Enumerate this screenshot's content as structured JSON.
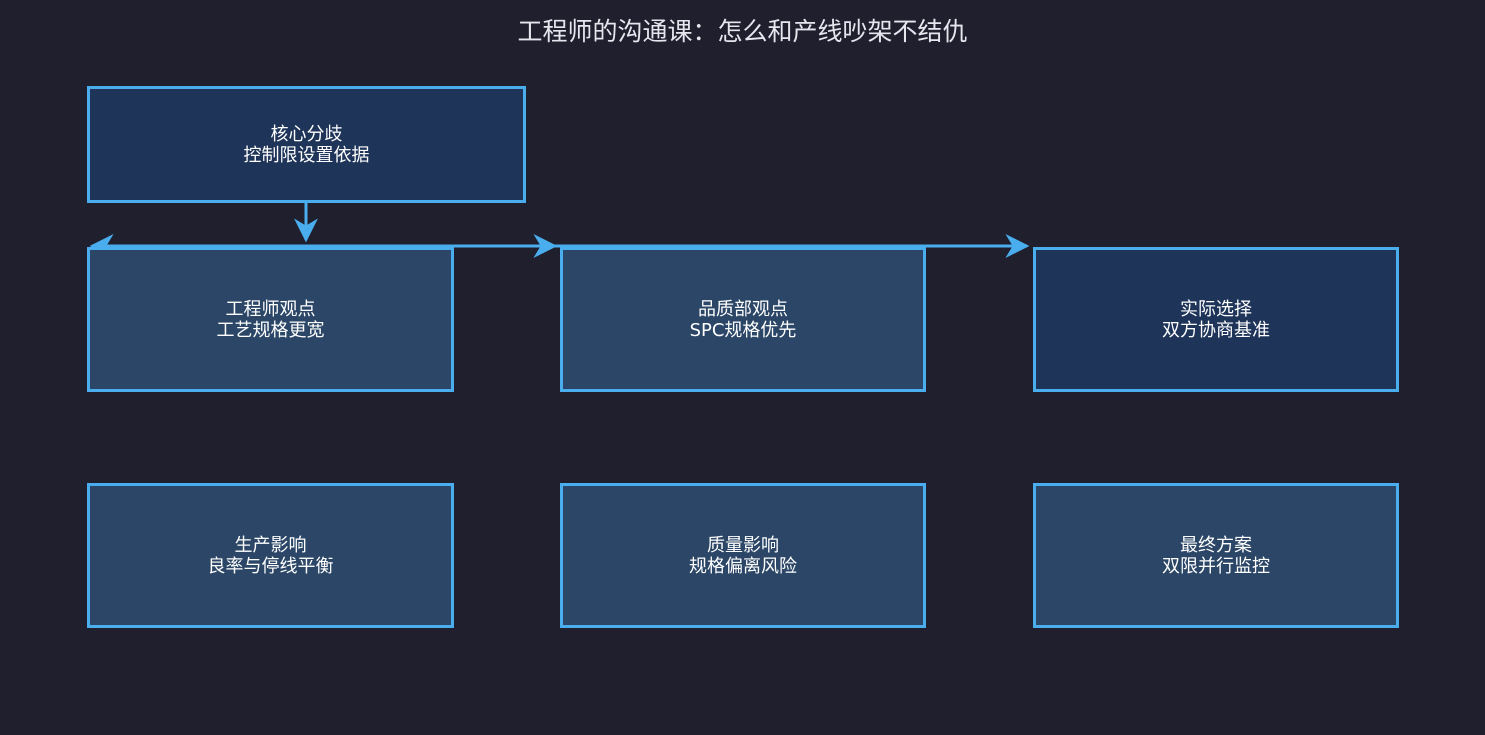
{
  "title": "工程师的沟通课：怎么和产线吵架不结仇",
  "colors": {
    "background": "#1f1f2e",
    "edge": "#4aaeee",
    "node_dark": "#1e3459",
    "node_mid": "#2b4666"
  },
  "nodes": {
    "core": {
      "line1": "核心分歧",
      "line2": "控制限设置依据"
    },
    "engineer": {
      "line1": "工程师观点",
      "line2": "工艺规格更宽"
    },
    "quality": {
      "line1": "品质部观点",
      "line2": "SPC规格优先"
    },
    "actual": {
      "line1": "实际选择",
      "line2": "双方协商基准"
    },
    "production_impact": {
      "line1": "生产影响",
      "line2": "良率与停线平衡"
    },
    "quality_impact": {
      "line1": "质量影响",
      "line2": "规格偏离风险"
    },
    "final": {
      "line1": "最终方案",
      "line2": "双限并行监控"
    }
  }
}
